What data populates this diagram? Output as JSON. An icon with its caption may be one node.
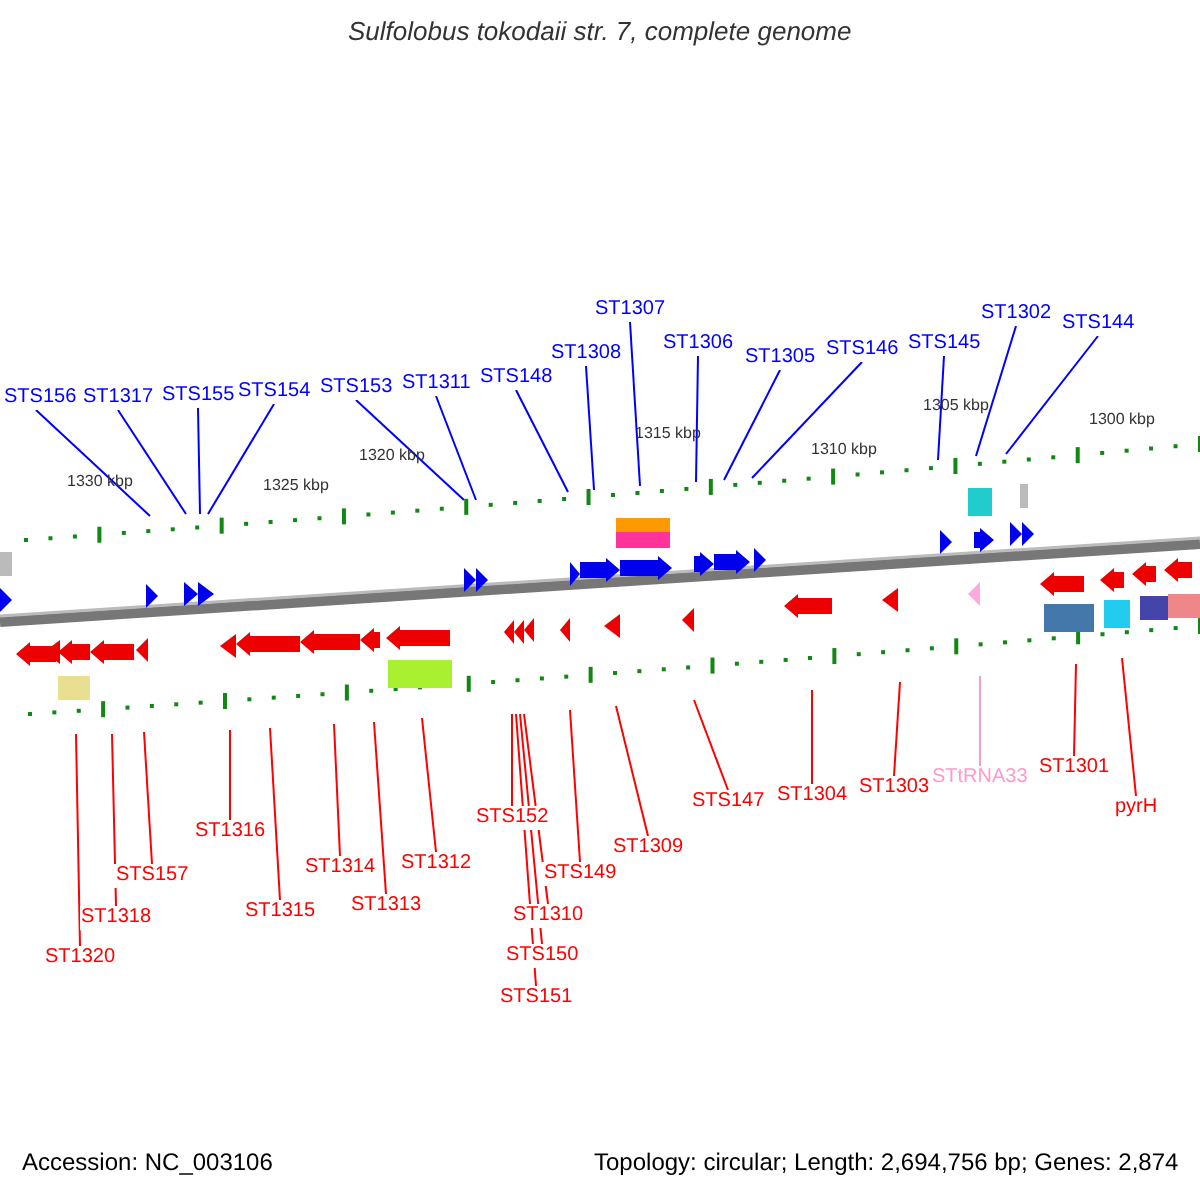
{
  "diagram": {
    "title": "Sulfolobus tokodaii str. 7, complete genome",
    "nodes": [
      {
        "text": [
          "STS156"
        ]
      },
      {
        "text": [
          "ST1317"
        ]
      },
      {
        "text": [
          "STS155"
        ]
      },
      {
        "text": [
          "STS154"
        ]
      },
      {
        "text": [
          "STS153"
        ]
      },
      {
        "text": [
          "ST1311"
        ]
      },
      {
        "text": [
          "STS148"
        ]
      },
      {
        "text": [
          "ST1308"
        ]
      },
      {
        "text": [
          "ST1307"
        ]
      },
      {
        "text": [
          "ST1306"
        ]
      },
      {
        "text": [
          "ST1305"
        ]
      },
      {
        "text": [
          "STS146"
        ]
      },
      {
        "text": [
          "STS145"
        ]
      },
      {
        "text": [
          "ST1302"
        ]
      },
      {
        "text": [
          "STS144"
        ]
      },
      {
        "text": [
          "ST1320"
        ]
      },
      {
        "text": [
          "ST1318"
        ]
      },
      {
        "text": [
          "STS157"
        ]
      },
      {
        "text": [
          "ST1316"
        ]
      },
      {
        "text": [
          "ST1315"
        ]
      },
      {
        "text": [
          "ST1314"
        ]
      },
      {
        "text": [
          "ST1313"
        ]
      },
      {
        "text": [
          "ST1312"
        ]
      },
      {
        "text": [
          "STS152"
        ]
      },
      {
        "text": [
          "STS149"
        ]
      },
      {
        "text": [
          "ST1310"
        ]
      },
      {
        "text": [
          "STS150"
        ]
      },
      {
        "text": [
          "STS151"
        ]
      },
      {
        "text": [
          "ST1309"
        ]
      },
      {
        "text": [
          "STS147"
        ]
      },
      {
        "text": [
          "ST1304"
        ]
      },
      {
        "text": [
          "ST1303"
        ]
      },
      {
        "text": [
          "STtRNA33"
        ]
      },
      {
        "text": [
          "ST1301"
        ]
      },
      {
        "text": [
          "pyrH"
        ]
      }
    ],
    "edges": [
      {
        "from": 0,
        "to": null,
        "arrow": "none",
        "color": "#0000ff"
      },
      {
        "from": 1,
        "to": null,
        "arrow": "none",
        "color": "#0000ff"
      },
      {
        "from": 2,
        "to": null,
        "arrow": "none",
        "color": "#0000ff"
      },
      {
        "from": 3,
        "to": null,
        "arrow": "none",
        "color": "#0000ff"
      },
      {
        "from": 4,
        "to": null,
        "arrow": "none",
        "color": "#0000ff"
      },
      {
        "from": 5,
        "to": null,
        "arrow": "none",
        "color": "#0000ff"
      },
      {
        "from": 6,
        "to": null,
        "arrow": "none",
        "color": "#0000ff"
      },
      {
        "from": 7,
        "to": null,
        "arrow": "none",
        "color": "#0000ff"
      },
      {
        "from": 8,
        "to": null,
        "arrow": "none",
        "color": "#0000ff"
      },
      {
        "from": 9,
        "to": null,
        "arrow": "none",
        "color": "#0000ff"
      },
      {
        "from": 10,
        "to": null,
        "arrow": "none",
        "color": "#0000ff"
      },
      {
        "from": 11,
        "to": null,
        "arrow": "none",
        "color": "#0000ff"
      },
      {
        "from": 12,
        "to": null,
        "arrow": "none",
        "color": "#0000ff"
      },
      {
        "from": 13,
        "to": null,
        "arrow": "none",
        "color": "#0000ff"
      },
      {
        "from": 14,
        "to": null,
        "arrow": "none",
        "color": "#0000ff"
      },
      {
        "from": 15,
        "to": null,
        "arrow": "none"
      },
      {
        "from": 16,
        "to": null,
        "arrow": "none"
      },
      {
        "from": 17,
        "to": null,
        "arrow": "none"
      },
      {
        "from": 18,
        "to": null,
        "arrow": "none"
      },
      {
        "from": 19,
        "to": null,
        "arrow": "none"
      },
      {
        "from": 20,
        "to": null,
        "arrow": "none"
      },
      {
        "from": 21,
        "to": null,
        "arrow": "none"
      },
      {
        "from": 22,
        "to": null,
        "arrow": "none"
      },
      {
        "from": 23,
        "to": null,
        "arrow": "none"
      },
      {
        "from": 24,
        "to": null,
        "arrow": "none"
      },
      {
        "from": 25,
        "to": null,
        "arrow": "none"
      },
      {
        "from": 26,
        "to": null,
        "arrow": "none"
      },
      {
        "from": 27,
        "to": null,
        "arrow": "none"
      },
      {
        "from": 28,
        "to": null,
        "arrow": "none"
      },
      {
        "from": 29,
        "to": null,
        "arrow": "none"
      },
      {
        "from": 30,
        "to": null,
        "arrow": "none"
      },
      {
        "from": 31,
        "to": null,
        "arrow": "none"
      },
      {
        "from": 32,
        "to": null,
        "arrow": "none",
        "color": "#ff99cc"
      },
      {
        "from": 33,
        "to": null,
        "arrow": "none"
      },
      {
        "from": 34,
        "to": null,
        "arrow": "none"
      }
    ],
    "labels": [
      "1330 kbp",
      "1325 kbp",
      "1320 kbp",
      "1315 kbp",
      "1310 kbp",
      "1305 kbp",
      "1300 kbp",
      "Accession: NC_003106",
      "Topology: circular; Length: 2,694,756 bp; Genes: 2,874"
    ]
  }
}
